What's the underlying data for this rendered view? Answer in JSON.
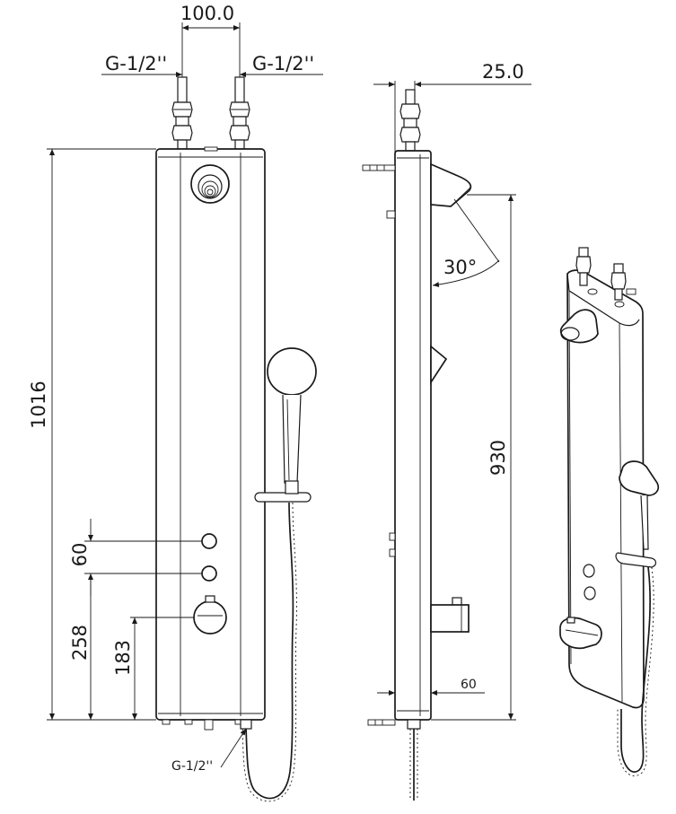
{
  "front_view": {
    "dim_inlet_spacing": "100.0",
    "dim_inlet_left": "G-1/2''",
    "dim_inlet_right": "G-1/2''",
    "dim_total_height": "1016",
    "dim_button_spacing": "60",
    "dim_lower_button_height": "258",
    "dim_mixer_height": "183",
    "dim_outlet": "G-1/2''"
  },
  "side_view": {
    "dim_depth": "25.0",
    "dim_angle": "30°",
    "dim_outlet_height": "930",
    "dim_bottom": "60"
  },
  "colors": {
    "line": "#1a1a1a",
    "background": "#ffffff",
    "panel_shade": "#e8e8e8"
  }
}
